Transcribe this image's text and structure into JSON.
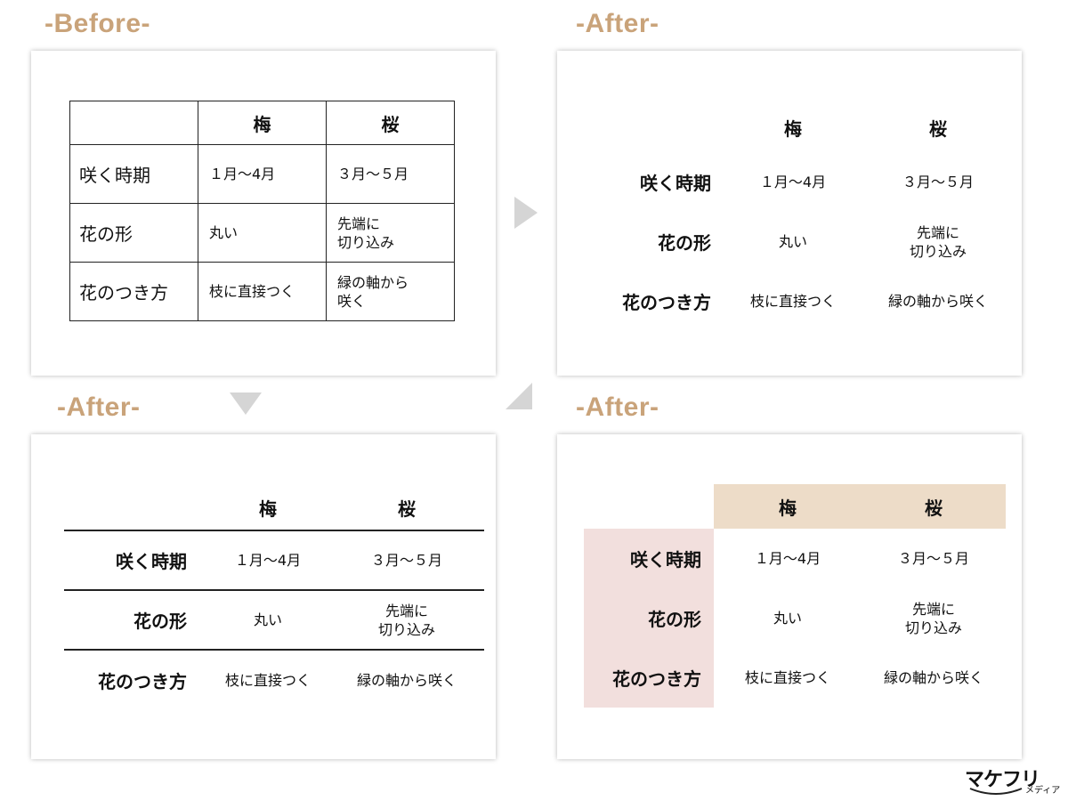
{
  "colors": {
    "heading": "#c9a37a",
    "arrow": "#d5d5d5",
    "header_fill": "#eddcc8",
    "label_fill": "#f2dfdd"
  },
  "headings": {
    "before": "-Before-",
    "after_top_right": "-After-",
    "after_bottom_left": "-After-",
    "after_bottom_right": "-After-"
  },
  "table": {
    "columns": [
      "梅",
      "桜"
    ],
    "rows": [
      {
        "label": "咲く時期",
        "values": [
          "１月〜4月",
          "３月〜５月"
        ]
      },
      {
        "label": "花の形",
        "values": [
          "丸い",
          "先端に\n切り込み"
        ]
      },
      {
        "label": "花のつき方",
        "values": [
          "枝に直接つく",
          "緑の軸から咲く"
        ]
      }
    ],
    "before_last_cell": "緑の軸から\n咲く"
  },
  "logo": {
    "main": "マケフリ",
    "sub": "メディア"
  }
}
